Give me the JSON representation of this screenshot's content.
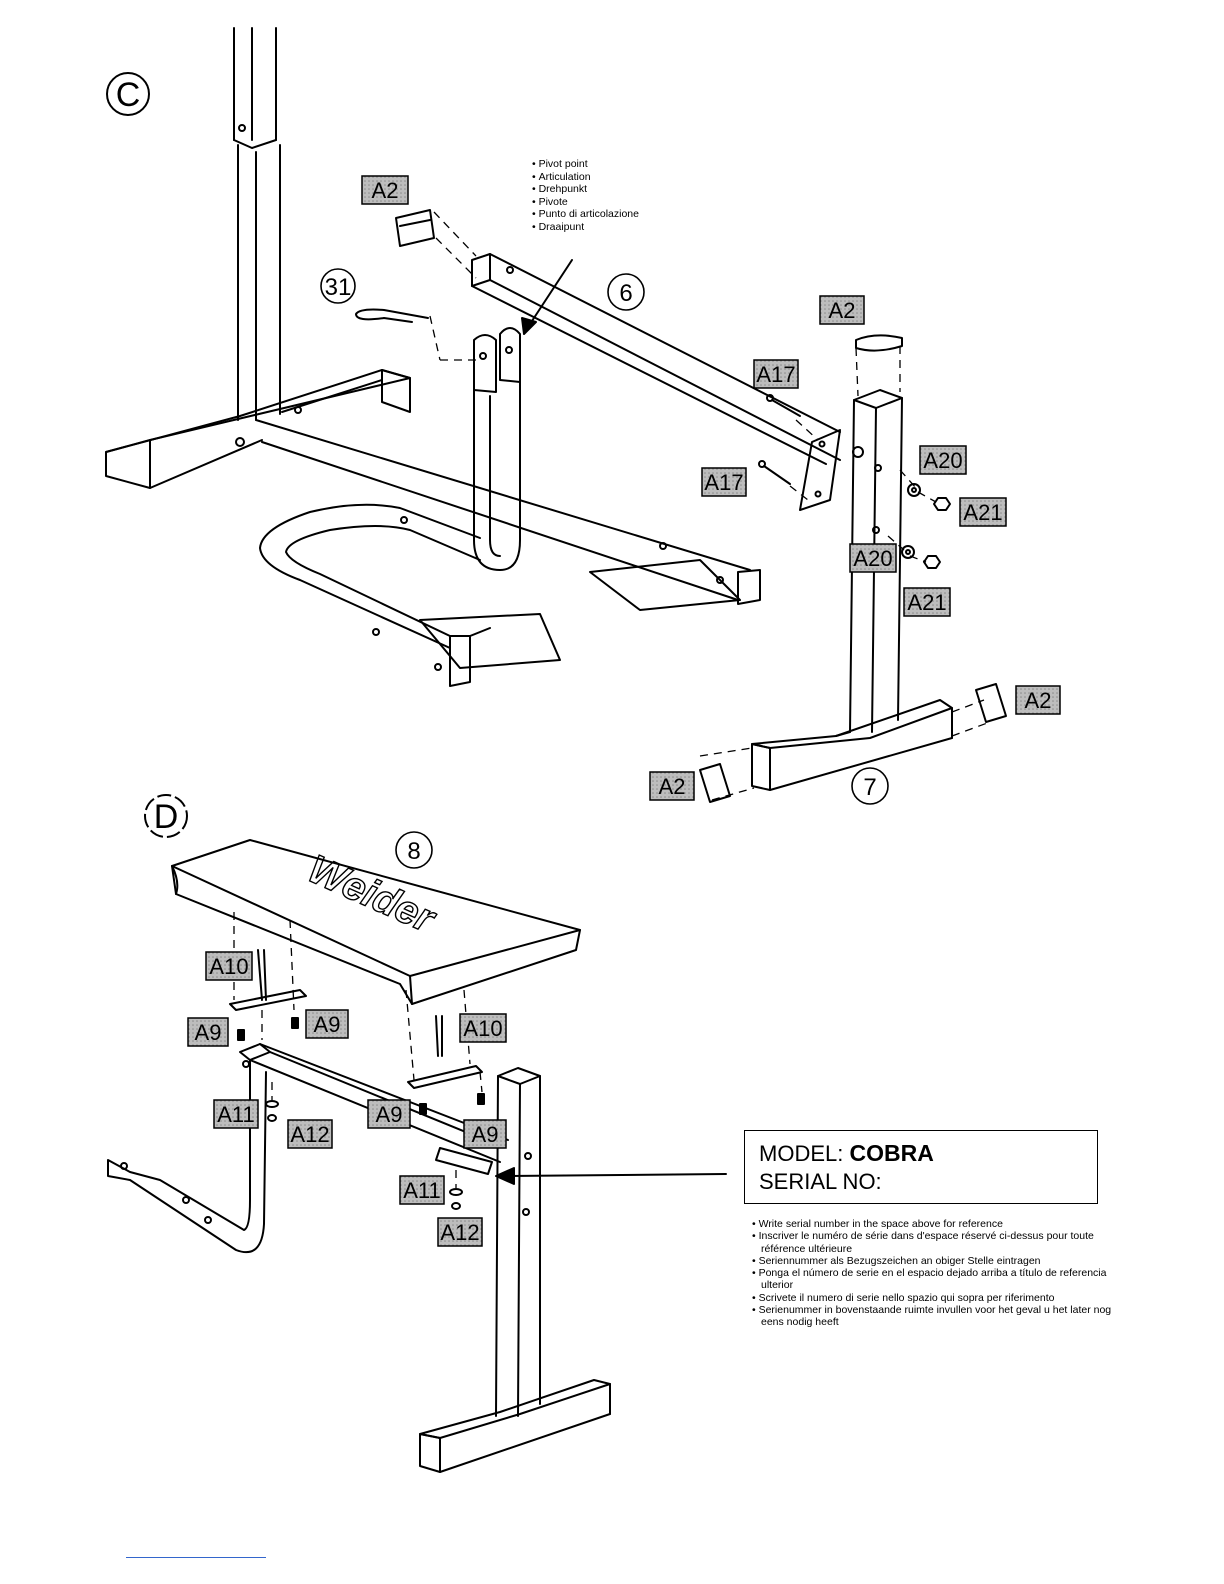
{
  "section_labels": {
    "c": "C",
    "d": "D"
  },
  "part_numbers": {
    "p31": "31",
    "p6": "6",
    "p7": "7",
    "p8": "8"
  },
  "hardware_tags": {
    "a2": "A2",
    "a17": "A17",
    "a20": "A20",
    "a21": "A21",
    "a10": "A10",
    "a9": "A9",
    "a11": "A11",
    "a12": "A12"
  },
  "pivot_labels": [
    "Pivot point",
    "Articulation",
    "Drehpunkt",
    "Pivote",
    "Punto di articolazione",
    "Draaipunt"
  ],
  "bench_logo": "Weider",
  "model_box": {
    "model_label": "MODEL:",
    "model_value": "COBRA",
    "serial_label": "SERIAL NO:"
  },
  "serial_notes": [
    "Write serial number in the space above for reference",
    "Inscriver le numéro de série dans d'espace réservé ci-dessus pour toute référence ultérieure",
    "Seriennummer als Bezugszeichen an obiger Stelle eintragen",
    "Ponga el número de serie en el espacio dejado arriba a título de referencia ulterior",
    "Scrivete il numero di serie nello spazio qui sopra per riferimento",
    "Serienummer in bovenstaande ruimte invullen voor het geval u het later nog eens nodig heeft"
  ],
  "colors": {
    "line": "#000000",
    "tag_fill": "#b3b3b3",
    "footer_rule": "#3366cc"
  }
}
